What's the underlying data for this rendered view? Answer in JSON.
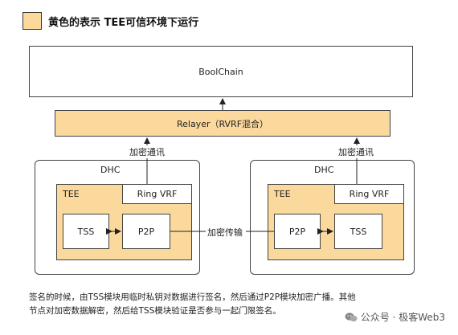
{
  "legend": {
    "text": "黄色的表示 TEE可信环境下运行",
    "color": "#fbd99d"
  },
  "boolchain": {
    "label": "BoolChain"
  },
  "relayer": {
    "label": "Relayer（RVRF混合）"
  },
  "arrows": {
    "left_label": "加密通讯",
    "right_label": "加密通讯",
    "middle_label": "加密传输"
  },
  "dhc_left": {
    "title": "DHC",
    "tee": "TEE",
    "ring_vrf": "Ring VRF",
    "tss": "TSS",
    "p2p": "P2P"
  },
  "dhc_right": {
    "title": "DHC",
    "tee": "TEE",
    "ring_vrf": "Ring VRF",
    "p2p": "P2P",
    "tss": "TSS"
  },
  "caption": {
    "line1": "签名的时候，由TSS模块用临时私钥对数据进行签名，然后通过P2P模块加密广播。其他",
    "line2": "节点对加密数据解密，然后给TSS模块验证是否参与一起门限签名。"
  },
  "watermark": {
    "icon": "wechat-icon",
    "text": "公众号 · 极客Web3"
  }
}
